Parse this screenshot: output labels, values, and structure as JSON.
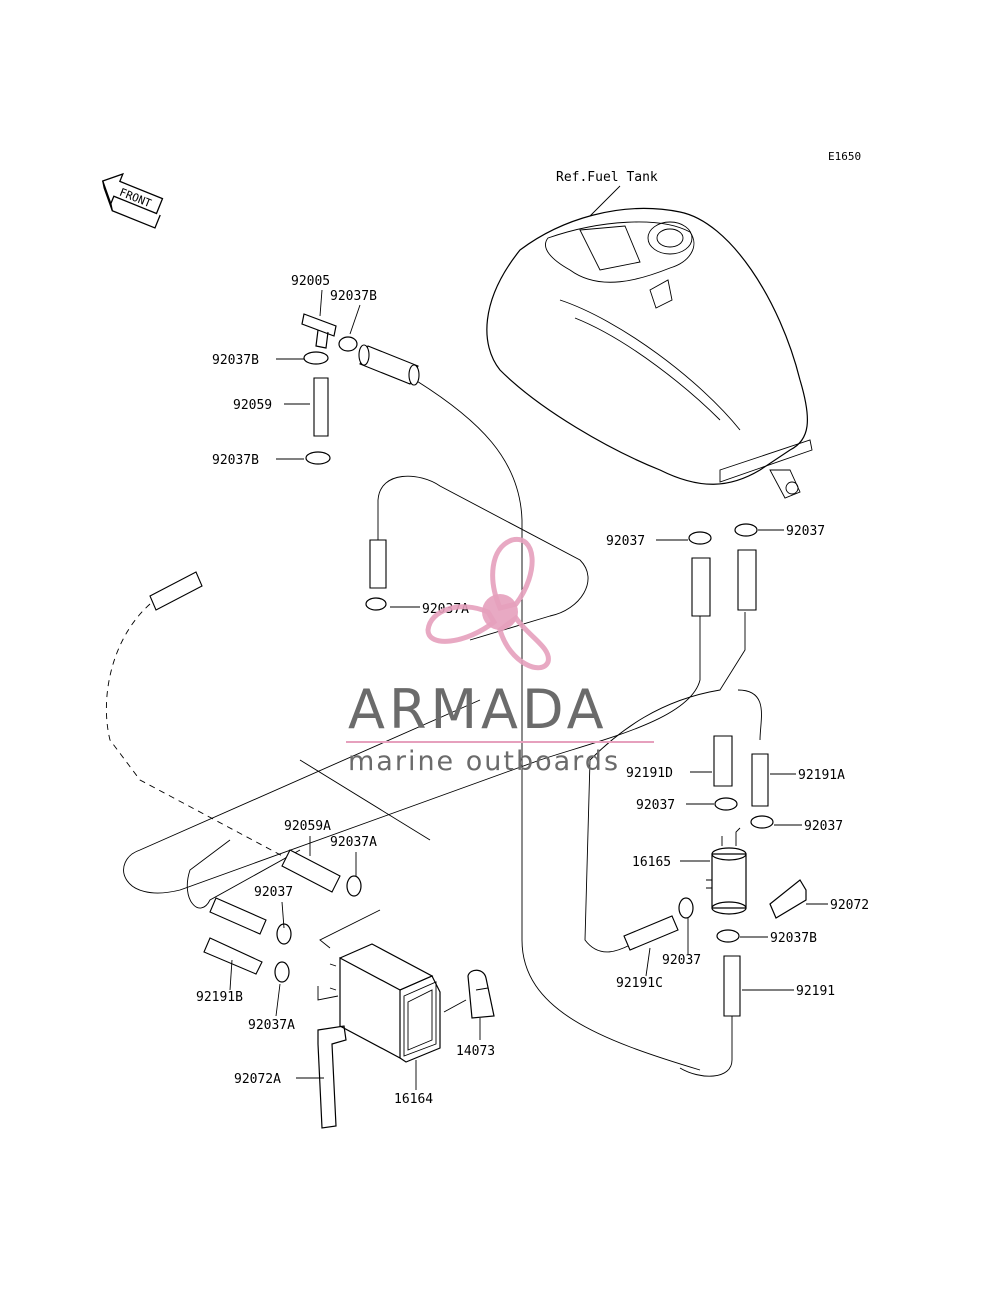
{
  "diagram": {
    "code": "E1650",
    "tank_ref": "Ref.Fuel Tank",
    "front_label": "FRONT",
    "labels": {
      "p92005": "92005",
      "p92037B_top": "92037B",
      "p92037B_left1": "92037B",
      "p92059": "92059",
      "p92037B_left2": "92037B",
      "p92037_tank_l": "92037",
      "p92037_tank_r": "92037",
      "p92037A_mid": "92037A",
      "p92191D": "92191D",
      "p92191A": "92191A",
      "p92037_filter_l": "92037",
      "p92037_filter_r": "92037",
      "p16165": "16165",
      "p92072": "92072",
      "p92037B_filter": "92037B",
      "p92037_filter_b": "92037",
      "p92191C": "92191C",
      "p92191": "92191",
      "p92059A": "92059A",
      "p92037A_can": "92037A",
      "p92037_can": "92037",
      "p92191B": "92191B",
      "p92037A_can2": "92037A",
      "p92072A": "92072A",
      "p16164": "16164",
      "p14073": "14073"
    }
  },
  "watermark": {
    "brand": "ARMADA",
    "tagline": "marine outboards",
    "colors": {
      "pink": "#e6a0bd",
      "text": "#6b6b6b"
    }
  }
}
